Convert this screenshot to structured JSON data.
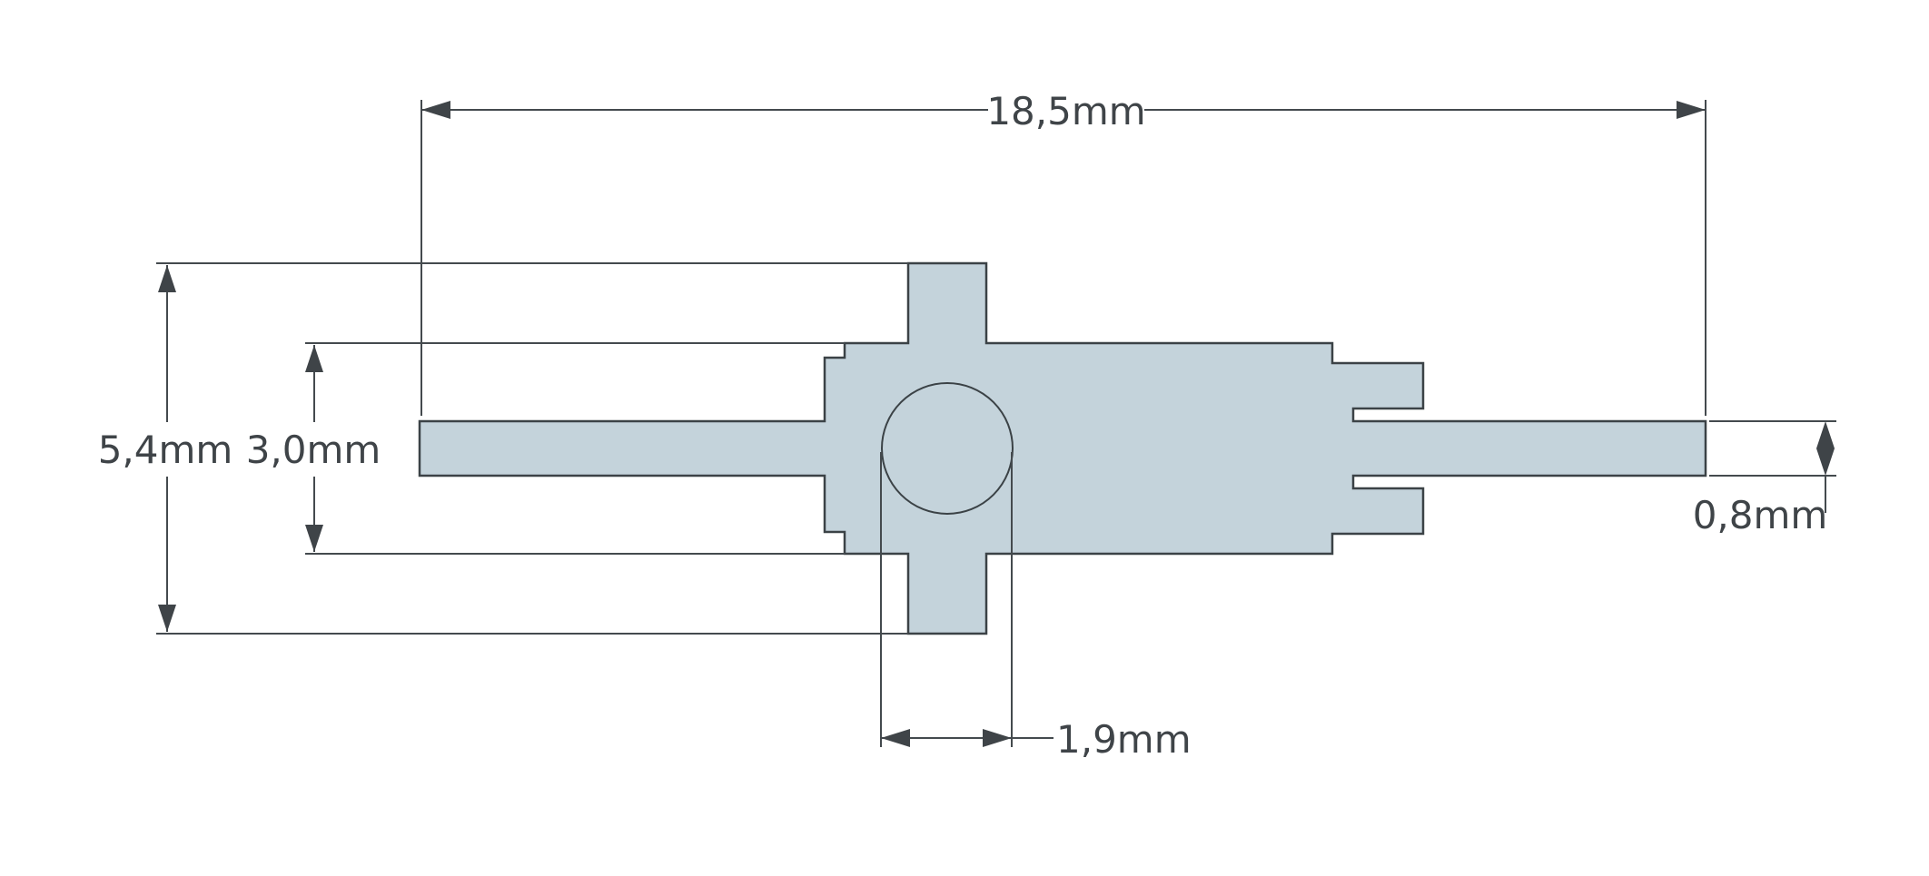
{
  "dimensions": {
    "overall_length": "18,5mm",
    "overall_height": "5,4mm",
    "body_height": "3,0mm",
    "pin_thickness": "0,8mm",
    "hole_diameter": "1,9mm"
  },
  "colors": {
    "part_fill": "#c4d3db",
    "outline": "#3b4246",
    "dimension_line": "#444a4e",
    "text": "#3f4448",
    "background": "#ffffff"
  }
}
